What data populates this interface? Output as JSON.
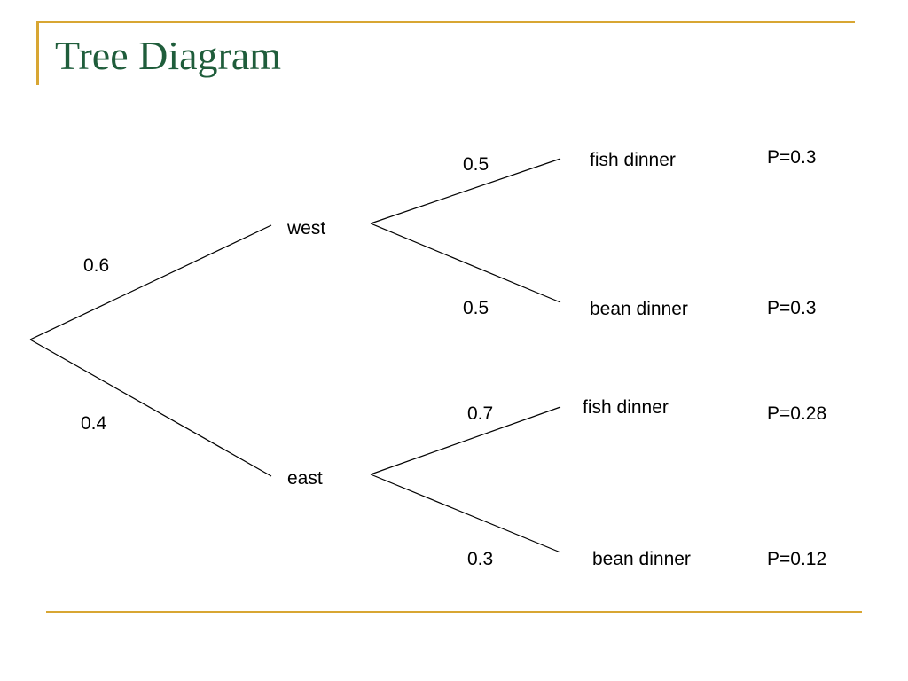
{
  "title": "Tree Diagram",
  "branch_probabilities": {
    "root_to_west": "0.6",
    "root_to_east": "0.4",
    "west_to_fish": "0.5",
    "west_to_bean": "0.5",
    "east_to_fish": "0.7",
    "east_to_bean": "0.3"
  },
  "nodes": {
    "west": "west",
    "east": "east",
    "west_fish": "fish dinner",
    "west_bean": "bean dinner",
    "east_fish": "fish dinner",
    "east_bean": "bean dinner"
  },
  "outcome_probabilities": {
    "west_fish": "P=0.3",
    "west_bean": "P=0.3",
    "east_fish": "P=0.28",
    "east_bean": "P=0.12"
  },
  "colors": {
    "title": "#1f5d3b",
    "accent": "#d8a633",
    "lines": "#000000"
  }
}
